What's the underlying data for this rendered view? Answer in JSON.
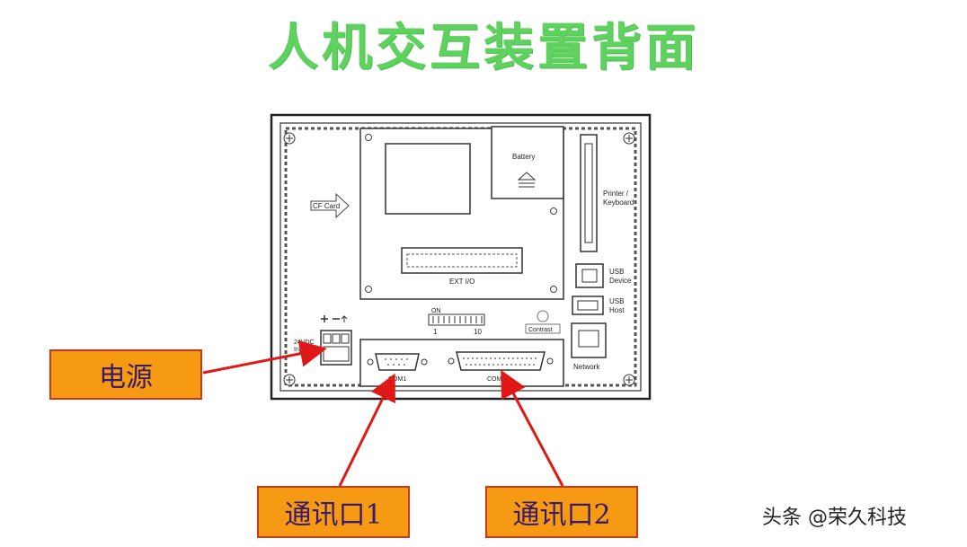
{
  "title": "人机交互装置背面",
  "panel": {
    "cf_card": "CF Card",
    "battery": "Battery",
    "printer_keyboard": [
      "Printer /",
      "Keyboard"
    ],
    "usb_device": [
      "USB",
      "Device"
    ],
    "usb_host": [
      "USB",
      "Host"
    ],
    "network": "Network",
    "ext_io": "EXT I/O",
    "contrast": "Contrast",
    "dip_on": "ON",
    "dip_start": "1",
    "dip_end": "10",
    "power_label": [
      "24VDC",
      "Input"
    ],
    "com1": "COM1",
    "com2": "COM2"
  },
  "callouts": {
    "power": "电源",
    "com1": "通讯口1",
    "com2": "通讯口2"
  },
  "colors": {
    "title": "#5fd15f",
    "callout_fill": "#f59a12",
    "callout_border": "#c9381a",
    "arrow": "#e01818"
  },
  "watermark": "头条 @荣久科技"
}
